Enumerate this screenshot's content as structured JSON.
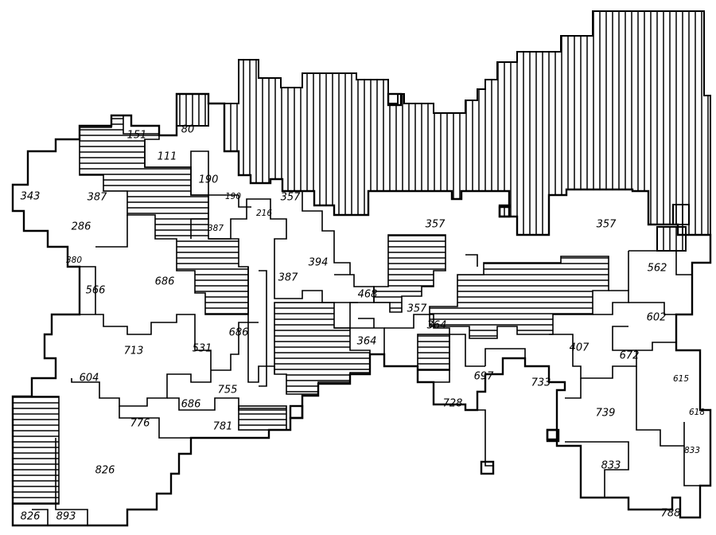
{
  "regions": [
    {
      "id": "r151",
      "label": "151"
    },
    {
      "id": "r111",
      "label": "111"
    },
    {
      "id": "r80",
      "label": "80"
    },
    {
      "id": "r343",
      "label": "343"
    },
    {
      "id": "r387a",
      "label": "387"
    },
    {
      "id": "r190a",
      "label": "190"
    },
    {
      "id": "r190b",
      "label": "190"
    },
    {
      "id": "r216",
      "label": "216"
    },
    {
      "id": "r357a",
      "label": "357"
    },
    {
      "id": "r357b",
      "label": "357"
    },
    {
      "id": "r357c",
      "label": "357"
    },
    {
      "id": "r357d",
      "label": "357"
    },
    {
      "id": "r286",
      "label": "286"
    },
    {
      "id": "r387b",
      "label": "387"
    },
    {
      "id": "r380",
      "label": "380"
    },
    {
      "id": "r394",
      "label": "394"
    },
    {
      "id": "r387c",
      "label": "387"
    },
    {
      "id": "r562",
      "label": "562"
    },
    {
      "id": "r566",
      "label": "566"
    },
    {
      "id": "r686a",
      "label": "686"
    },
    {
      "id": "r468",
      "label": "468"
    },
    {
      "id": "r602",
      "label": "602"
    },
    {
      "id": "r364a",
      "label": "364"
    },
    {
      "id": "r364b",
      "label": "364"
    },
    {
      "id": "r713",
      "label": "713"
    },
    {
      "id": "r531",
      "label": "531"
    },
    {
      "id": "r686b",
      "label": "686"
    },
    {
      "id": "r407",
      "label": "407"
    },
    {
      "id": "r672",
      "label": "672"
    },
    {
      "id": "r697",
      "label": "697"
    },
    {
      "id": "r733",
      "label": "733"
    },
    {
      "id": "r615",
      "label": "615"
    },
    {
      "id": "r604",
      "label": "604"
    },
    {
      "id": "r755",
      "label": "755"
    },
    {
      "id": "r728",
      "label": "728"
    },
    {
      "id": "r739",
      "label": "739"
    },
    {
      "id": "r686c",
      "label": "686"
    },
    {
      "id": "r776",
      "label": "776"
    },
    {
      "id": "r781",
      "label": "781"
    },
    {
      "id": "r618",
      "label": "618"
    },
    {
      "id": "r826a",
      "label": "826"
    },
    {
      "id": "r833a",
      "label": "833"
    },
    {
      "id": "r833b",
      "label": "833"
    },
    {
      "id": "r788",
      "label": "788"
    },
    {
      "id": "r826b",
      "label": "826"
    },
    {
      "id": "r893",
      "label": "893"
    }
  ]
}
